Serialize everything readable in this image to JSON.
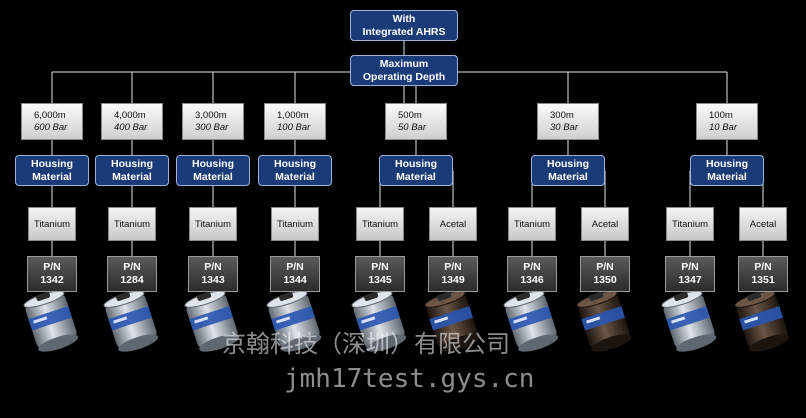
{
  "top": {
    "line1": "With",
    "line2": "Integrated AHRS"
  },
  "depth_header": {
    "line1": "Maximum",
    "line2": "Operating Depth"
  },
  "housing": {
    "line1": "Housing",
    "line2": "Material"
  },
  "groups": [
    {
      "depth": "6,000m",
      "pressure": "600 Bar",
      "variants": [
        {
          "material": "Titanium",
          "pn_label": "P/N",
          "pn": "1342"
        }
      ]
    },
    {
      "depth": "4,000m",
      "pressure": "400 Bar",
      "variants": [
        {
          "material": "Titanium",
          "pn_label": "P/N",
          "pn": "1284"
        }
      ]
    },
    {
      "depth": "3,000m",
      "pressure": "300 Bar",
      "variants": [
        {
          "material": "Titanium",
          "pn_label": "P/N",
          "pn": "1343"
        }
      ]
    },
    {
      "depth": "1,000m",
      "pressure": "100 Bar",
      "variants": [
        {
          "material": "Titanium",
          "pn_label": "P/N",
          "pn": "1344"
        }
      ]
    },
    {
      "depth": "500m",
      "pressure": "50 Bar",
      "variants": [
        {
          "material": "Titanium",
          "pn_label": "P/N",
          "pn": "1345"
        },
        {
          "material": "Acetal",
          "pn_label": "P/N",
          "pn": "1349"
        }
      ]
    },
    {
      "depth": "300m",
      "pressure": "30 Bar",
      "variants": [
        {
          "material": "Titanium",
          "pn_label": "P/N",
          "pn": "1346"
        },
        {
          "material": "Acetal",
          "pn_label": "P/N",
          "pn": "1350"
        }
      ]
    },
    {
      "depth": "100m",
      "pressure": "10 Bar",
      "variants": [
        {
          "material": "Titanium",
          "pn_label": "P/N",
          "pn": "1347"
        },
        {
          "material": "Acetal",
          "pn_label": "P/N",
          "pn": "1351"
        }
      ]
    }
  ],
  "watermark": {
    "line1": "京翰科技（深圳）有限公司",
    "line2": "jmh17test.gys.cn"
  },
  "colors": {
    "navy": "#1b3a78",
    "titanium_body": "#9aa3ad",
    "acetal_body": "#3a2a20",
    "band": "#2a55b0"
  }
}
